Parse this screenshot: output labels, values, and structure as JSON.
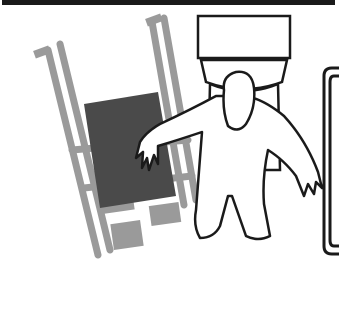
{
  "illustration": {
    "colors": {
      "background": "#ffffff",
      "outline": "#1a1a1a",
      "wheelchair_frame": "#9a9a9a",
      "wheelchair_seat": "#4a4a4a",
      "figure_fill": "#ffffff"
    },
    "objects": [
      "top-rule",
      "toilet",
      "wheelchair",
      "person",
      "grab-bar-frame"
    ]
  }
}
